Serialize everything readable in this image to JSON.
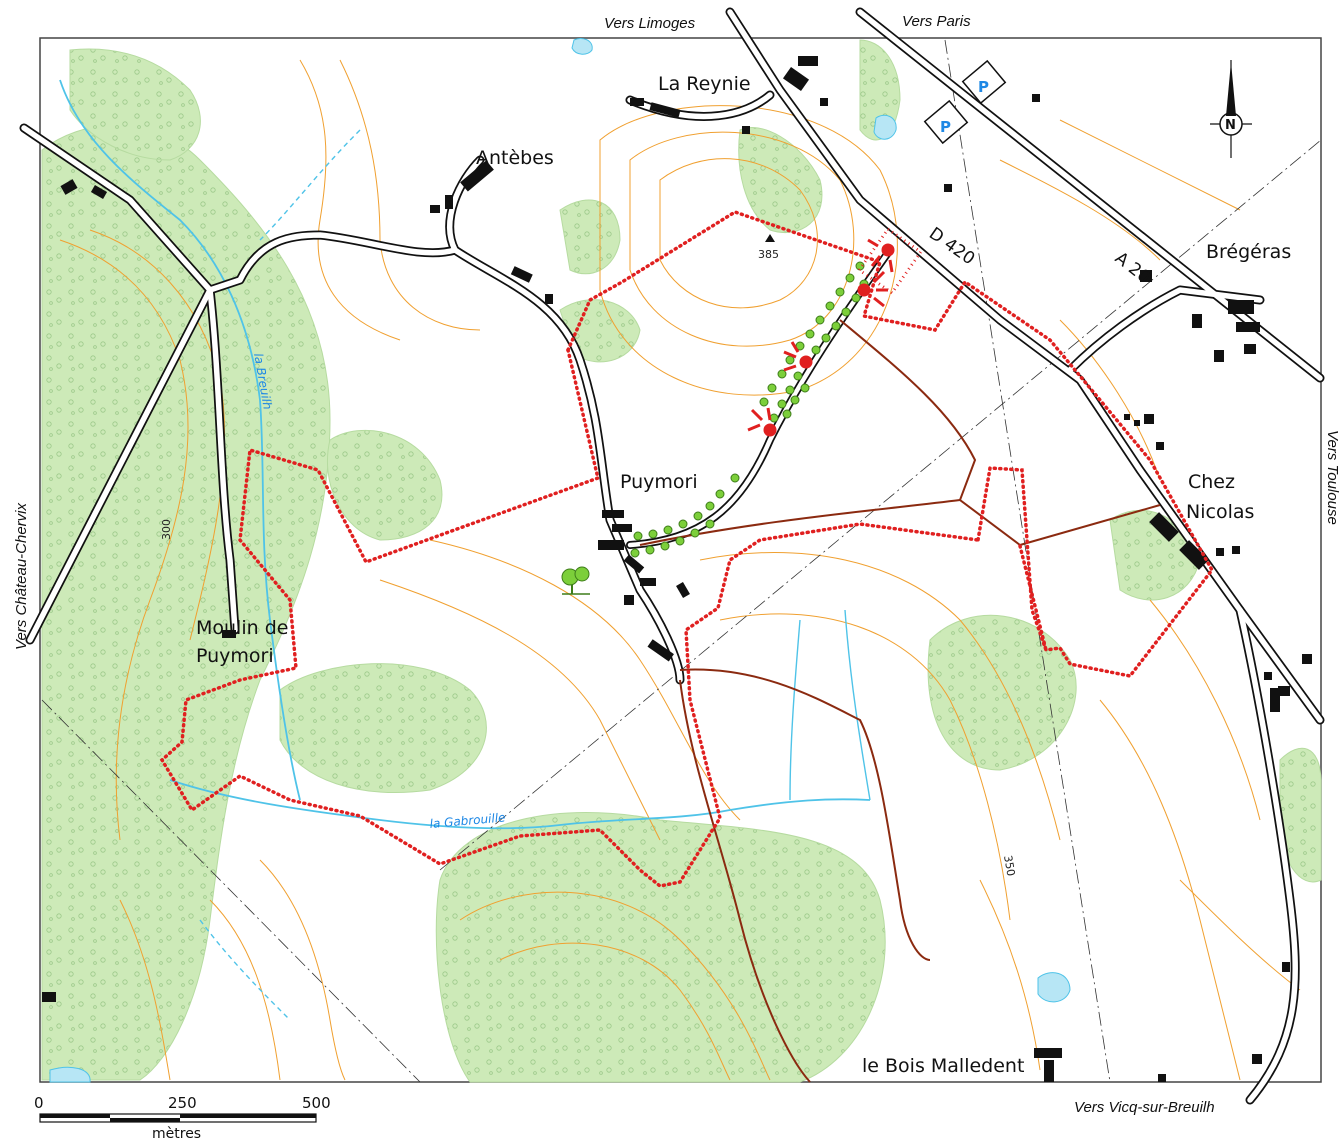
{
  "directions": {
    "limoges": "Vers Limoges",
    "paris": "Vers Paris",
    "chateau_chervix": "Vers Château-Chervix",
    "toulouse": "Vers Toulouse",
    "vicq": "Vers Vicq-sur-Breuilh"
  },
  "places": {
    "la_reynie": "La Reynie",
    "antebes": "Antèbes",
    "bregeras": "Brégéras",
    "puymori": "Puymori",
    "chez_nicolas_1": "Chez",
    "chez_nicolas_2": "Nicolas",
    "moulin_1": "Moulin de",
    "moulin_2": "Puymori",
    "bois_malledent": "le Bois Malledent"
  },
  "roads": {
    "d420": "D 420",
    "a20": "A 20"
  },
  "rivers": {
    "breuilh": "la Breuilh",
    "gabrouille": "la Gabrouille"
  },
  "elevations": {
    "summit": "385",
    "contour_300": "300",
    "contour_350": "350"
  },
  "parking": {
    "label": "P"
  },
  "north": {
    "label": "N"
  },
  "scale": {
    "ticks": [
      "0",
      "250",
      "500"
    ],
    "unit": "mètres"
  },
  "colors": {
    "forest": "#cdeab8",
    "contour": "#f0a030",
    "water": "#4fc3e8",
    "boundary": "#e02020",
    "path": "#8b2a10",
    "building": "#111111"
  }
}
